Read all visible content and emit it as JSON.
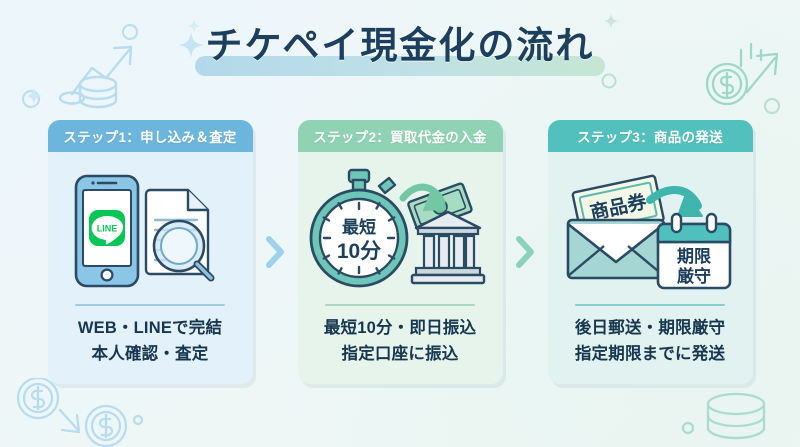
{
  "header": {
    "title": "チケペイ現金化の流れ"
  },
  "steps": [
    {
      "head": "ステップ1：申し込み＆査定",
      "caption_line1": "WEB・LINEで完結",
      "caption_line2": "本人確認・査定",
      "illustration": [
        "smartphone-line-icon",
        "document-magnifier-icon"
      ],
      "line_logo_text": "LINE",
      "accent": "#6cb5dd",
      "body_bg": "#e3f1fb"
    },
    {
      "head": "ステップ2：買取代金の入金",
      "caption_line1": "最短10分・即日振込",
      "caption_line2": "指定口座に振込",
      "illustration": [
        "stopwatch-icon",
        "curved-arrow-icon",
        "banknote-icon",
        "bank-building-icon"
      ],
      "stopwatch_line1": "最短",
      "stopwatch_line2": "10分",
      "accent": "#8fd3b4",
      "body_bg": "#e6f4ec"
    },
    {
      "head": "ステップ3：商品の発送",
      "caption_line1": "後日郵送・期限厳守",
      "caption_line2": "指定期限までに発送",
      "illustration": [
        "envelope-giftcard-icon",
        "curved-arrow-icon",
        "calendar-icon"
      ],
      "giftcard_text": "商品券",
      "calendar_line1": "期限",
      "calendar_line2": "厳守",
      "accent": "#52c0bd",
      "body_bg": "#e1f2f1"
    }
  ],
  "separators": [
    {
      "name": "chevron-right-icon",
      "color": "#9ed1ec"
    },
    {
      "name": "chevron-right-icon",
      "color": "#8ad2bb"
    }
  ],
  "decorations": [
    "coins-growth-arrow-icon",
    "circle-outline",
    "sparkle-icon",
    "dollar-coin-rising-arrow-icon",
    "dollar-coins-down-arrow-icon",
    "coin-stack-icon"
  ],
  "colors": {
    "background": "#eef7f7",
    "title_text": "#1c3f5e",
    "caption_text": "#17364f",
    "line_green": "#06c755",
    "deco_blue": "#bcdff0",
    "deco_green": "#a8ddcf"
  }
}
